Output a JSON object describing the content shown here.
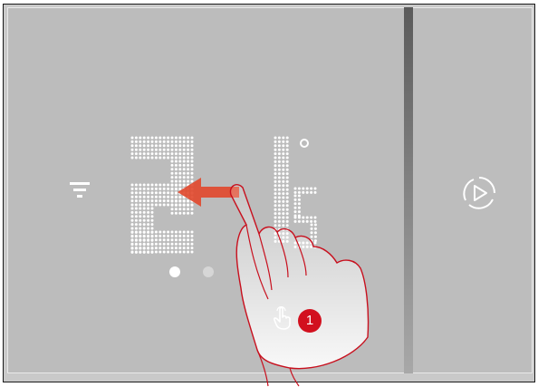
{
  "display": {
    "temperature_integer": "21",
    "temperature_decimal": "5",
    "temperature_unit_symbol": "°",
    "mode_icon": "filter-icon",
    "page_indicator": {
      "total": 2,
      "active": 1
    },
    "action_icon": "play-circle-icon"
  },
  "gesture": {
    "type": "swipe-left",
    "step_number": "1",
    "hand_icon": "touch-hand-icon",
    "arrow_color": "#e2482c",
    "badge_color": "#d2101e"
  },
  "colors": {
    "screen": "#bcbcbc",
    "digits": "#ffffff",
    "divider": "#5a5a5a"
  }
}
